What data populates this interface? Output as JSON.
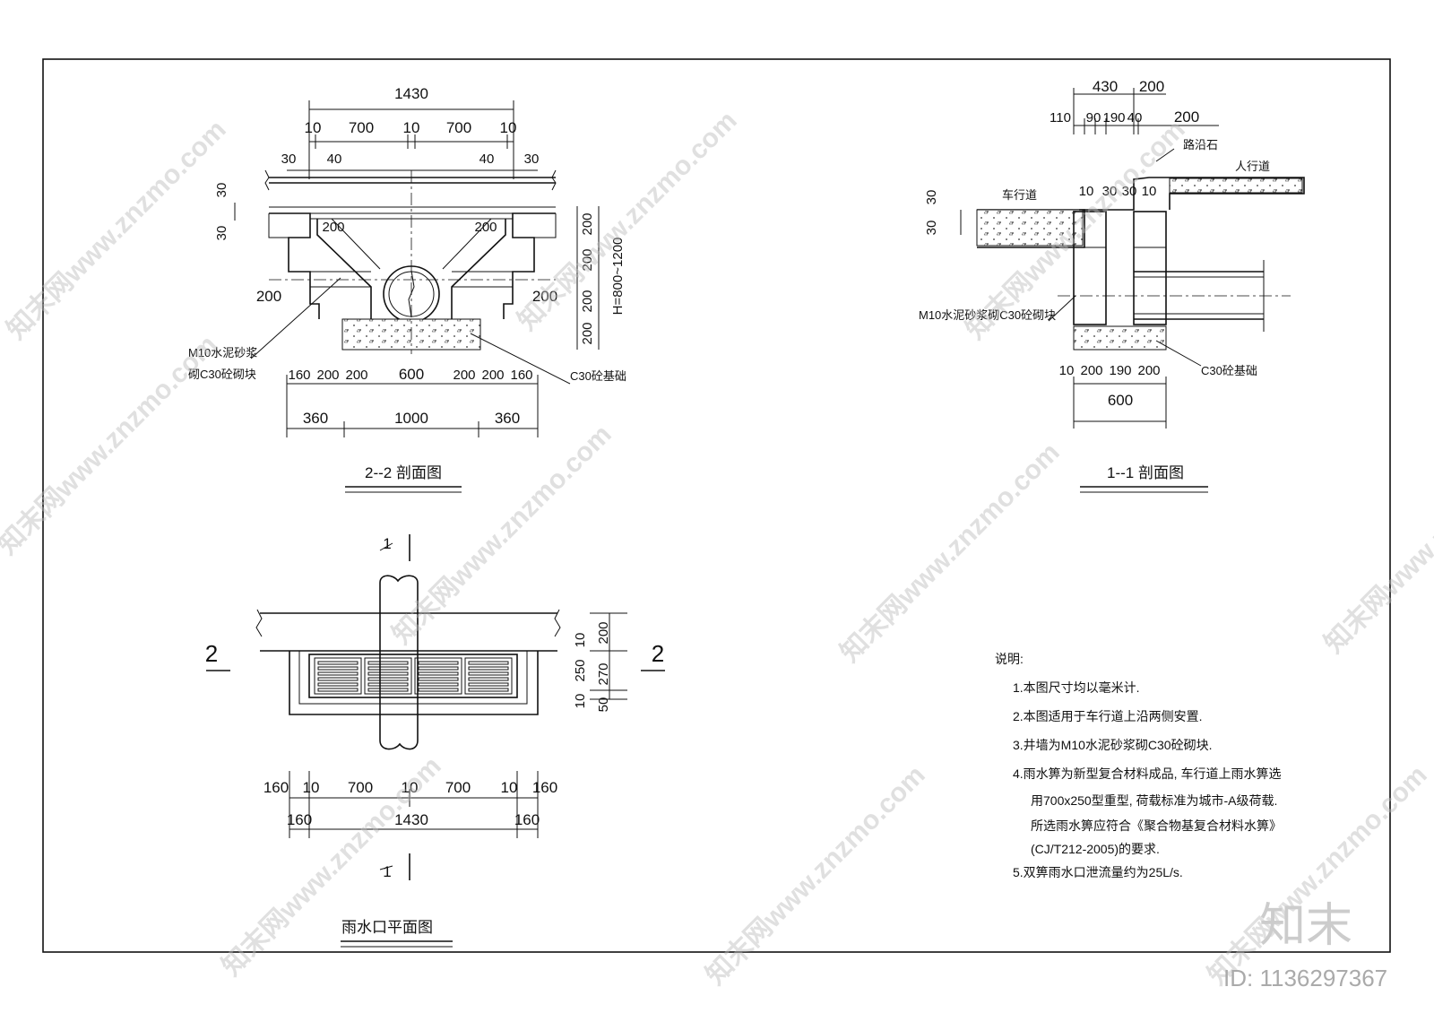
{
  "section22": {
    "title": "2--2 剖面图",
    "dims_top": [
      "1430",
      "10",
      "700",
      "10",
      "700",
      "10",
      "30",
      "40",
      "40",
      "30"
    ],
    "dims_left": [
      "30",
      "30",
      "200"
    ],
    "dims_right": [
      "200",
      "200",
      "200",
      "200",
      "H=800~1200",
      "200"
    ],
    "dims_bottom": [
      "160",
      "200",
      "200",
      "600",
      "200",
      "200",
      "160"
    ],
    "dims_bottom2": [
      "360",
      "1000",
      "360"
    ],
    "inner_200": "200",
    "label_wall_1": "M10水泥砂浆",
    "label_wall_2": "砌C30砼砌块",
    "label_base": "C30砼基础"
  },
  "section11": {
    "title": "1--1 剖面图",
    "dims_top": [
      "430",
      "200",
      "110",
      "90",
      "190",
      "40",
      "200"
    ],
    "dims_mid": [
      "10",
      "30",
      "30",
      "10"
    ],
    "dims_left": [
      "30",
      "30"
    ],
    "dims_bottom": [
      "10",
      "200",
      "190",
      "200"
    ],
    "dims_bottom2": "600",
    "label_road": "车行道",
    "label_curb": "路沿石",
    "label_walk": "人行道",
    "label_wall": "M10水泥砂浆砌C30砼砌块",
    "label_base": "C30砼基础"
  },
  "plan": {
    "title": "雨水口平面图",
    "section_mark_1": "1",
    "section_mark_2": "2",
    "dims_right": [
      "10",
      "200",
      "250",
      "270",
      "10",
      "50"
    ],
    "dims_bottom": [
      "160",
      "10",
      "700",
      "10",
      "700",
      "10",
      "160"
    ],
    "dims_bottom2": [
      "160",
      "1430",
      "160"
    ]
  },
  "notes": {
    "heading": "说明:",
    "items": [
      "1.本图尺寸均以毫米计.",
      "2.本图适用于车行道上沿两侧安置.",
      "3.井墙为M10水泥砂浆砌C30砼砌块.",
      "4.雨水箅为新型复合材料成品, 车行道上雨水箅选",
      "用700x250型重型, 荷载标准为城市-A级荷载.",
      "所选雨水箅应符合《聚合物基复合材料水箅》",
      "(CJ/T212-2005)的要求.",
      "5.双箅雨水口泄流量约为25L/s."
    ]
  },
  "watermark": {
    "text": "知末网www.znzmo.com",
    "logo": "知末",
    "id": "ID: 1136297367"
  }
}
